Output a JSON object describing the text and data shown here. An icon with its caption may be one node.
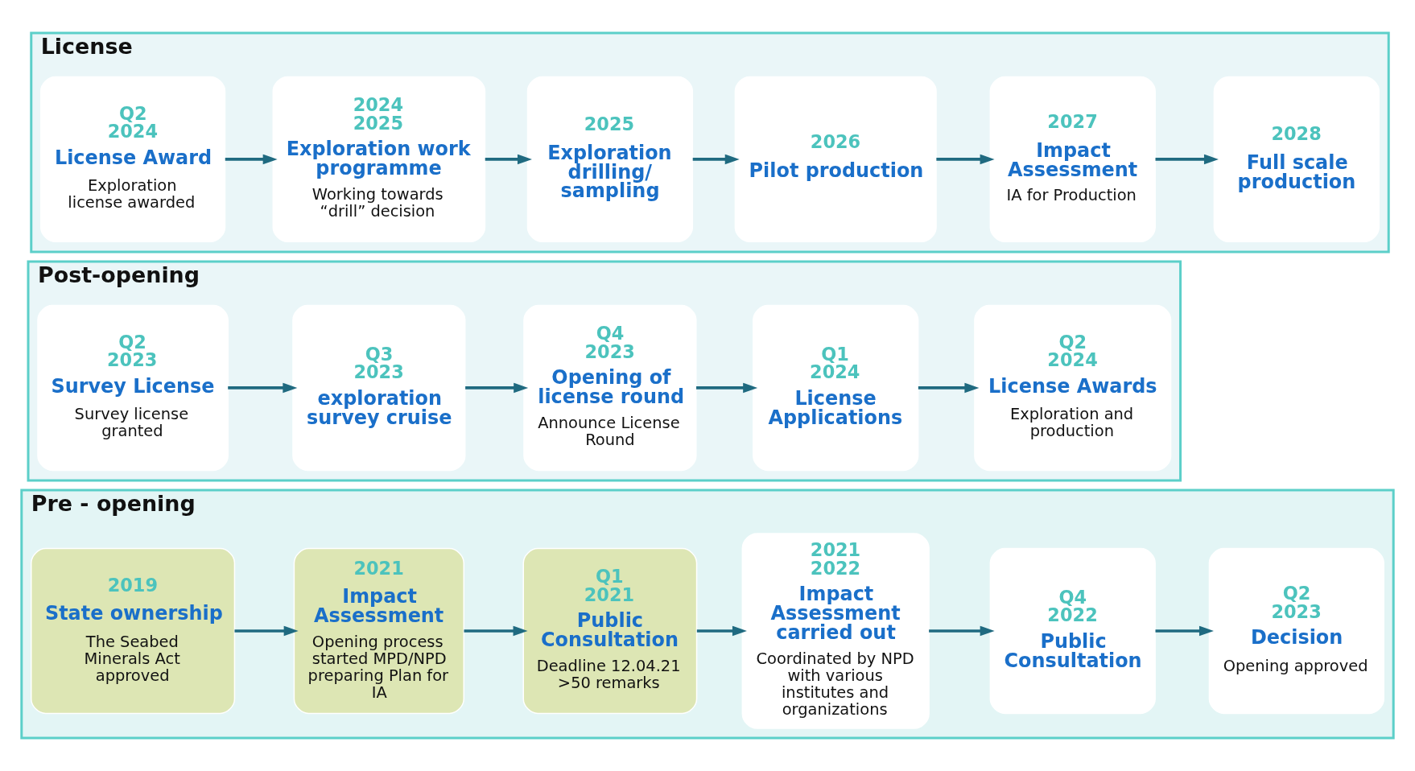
{
  "diagram": {
    "nodes": [
      {
        "text": [
          "Pre - opening"
        ]
      },
      {
        "text": [
          "2019",
          "State ownership",
          "The Seabed Minerals Act approved"
        ],
        "in": 0
      },
      {
        "text": [
          "2021",
          "Impact Assessment",
          "Opening process started MPD/NPD preparing Plan for IA"
        ],
        "in": 0
      },
      {
        "text": [
          "Q1 2021",
          "Public Consultation",
          "Deadline 12.04.21 >50 remarks"
        ],
        "in": 0
      },
      {
        "text": [
          "2021 2022",
          "Impact Assessment carried out",
          "Coordinated by NPD with various institutes and organizations"
        ],
        "in": 0
      },
      {
        "text": [
          "Q4 2022",
          "Public Consultation"
        ],
        "in": 0
      },
      {
        "text": [
          "Q2 2023",
          "Decision",
          "Opening approved"
        ],
        "in": 0
      },
      {
        "text": [
          "Post-opening"
        ]
      },
      {
        "text": [
          "Q2 2023",
          "Survey License",
          "Survey license granted"
        ],
        "in": 7
      },
      {
        "text": [
          "Q3 2023",
          "exploration survey cruise"
        ],
        "in": 7
      },
      {
        "text": [
          "Q4 2023",
          "Opening of license round",
          "Announce License Round"
        ],
        "in": 7
      },
      {
        "text": [
          "Q1 2024",
          "License Applications"
        ],
        "in": 7
      },
      {
        "text": [
          "Q2 2024",
          "License Awards",
          "Exploration and production"
        ],
        "in": 7
      },
      {
        "text": [
          "License"
        ]
      },
      {
        "text": [
          "Q2 2024",
          "License Award",
          "Exploration license awarded"
        ],
        "in": 13
      },
      {
        "text": [
          "2024 2025",
          "Exploration work programme",
          "Working towards “drill” decision"
        ],
        "in": 13
      },
      {
        "text": [
          "2025",
          "Exploration drilling/ sampling"
        ],
        "in": 13
      },
      {
        "text": [
          "2026",
          "Pilot production"
        ],
        "in": 13
      },
      {
        "text": [
          "2027",
          "Impact Assessment",
          "IA for Production"
        ],
        "in": 13
      },
      {
        "text": [
          "2028",
          "Full scale production"
        ],
        "in": 13
      }
    ],
    "edges": [
      {
        "from": 1,
        "to": 2,
        "arrow": "to"
      },
      {
        "from": 2,
        "to": 3,
        "arrow": "to"
      },
      {
        "from": 3,
        "to": 4,
        "arrow": "to"
      },
      {
        "from": 4,
        "to": 5,
        "arrow": "to"
      },
      {
        "from": 5,
        "to": 6,
        "arrow": "to"
      },
      {
        "from": 8,
        "to": 9,
        "arrow": "to"
      },
      {
        "from": 9,
        "to": 10,
        "arrow": "to"
      },
      {
        "from": 10,
        "to": 11,
        "arrow": "to"
      },
      {
        "from": 11,
        "to": 12,
        "arrow": "to"
      },
      {
        "from": 14,
        "to": 15,
        "arrow": "to"
      },
      {
        "from": 15,
        "to": 16,
        "arrow": "to"
      },
      {
        "from": 16,
        "to": 17,
        "arrow": "to"
      },
      {
        "from": 17,
        "to": 18,
        "arrow": "to"
      },
      {
        "from": 18,
        "to": 19,
        "arrow": "to"
      }
    ]
  }
}
